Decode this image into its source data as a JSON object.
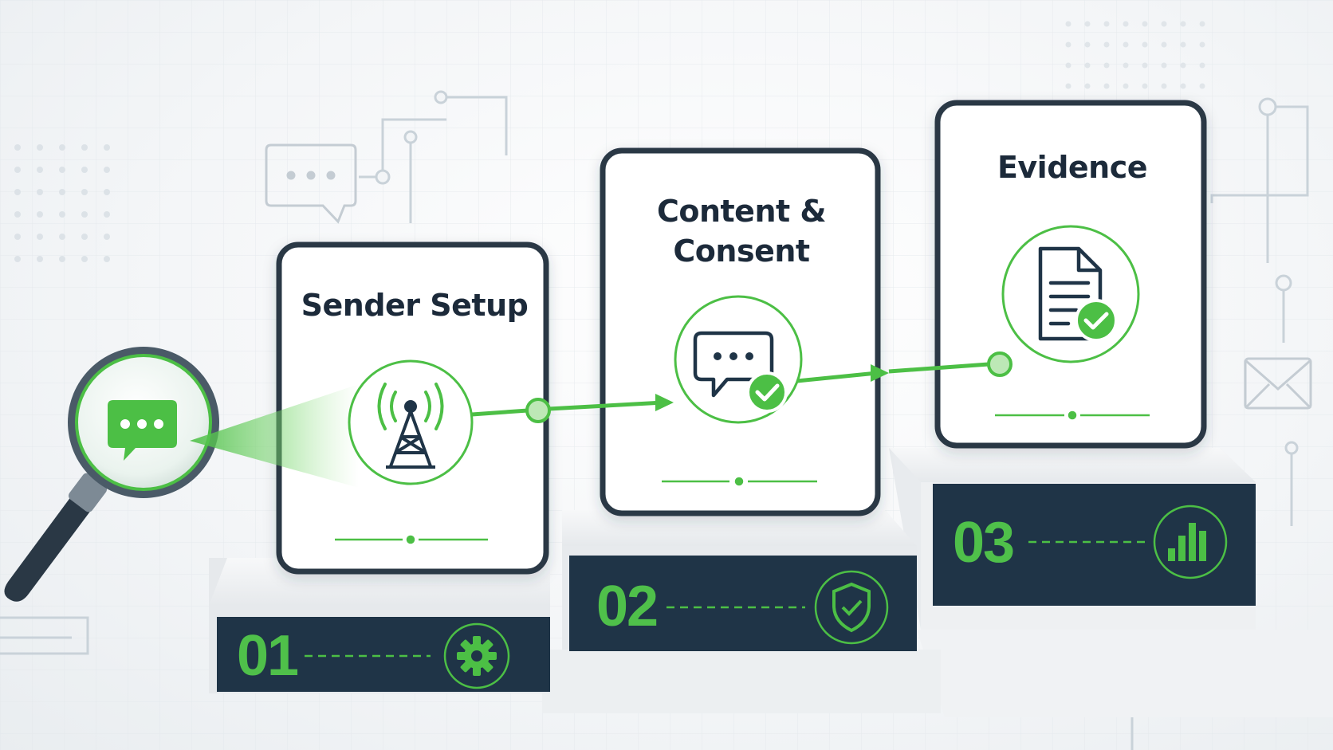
{
  "steps": [
    {
      "number": "01",
      "title_lines": [
        "Sender Setup"
      ],
      "card_icon": "cell-tower-icon",
      "badge_icon": "gear-icon"
    },
    {
      "number": "02",
      "title_lines": [
        "Content &",
        "Consent"
      ],
      "card_icon": "chat-check-icon",
      "badge_icon": "shield-check-icon"
    },
    {
      "number": "03",
      "title_lines": [
        "Evidence"
      ],
      "card_icon": "document-check-icon",
      "badge_icon": "bar-chart-icon"
    }
  ],
  "colors": {
    "accent": "#4cbf45",
    "dark_panel": "#1f3447",
    "card_border": "#2a3845",
    "title_text": "#1c2a3a",
    "background": "#f3f5f7"
  },
  "decor_icons": [
    "magnifier-icon",
    "chat-bubble-icon",
    "envelope-icon"
  ]
}
